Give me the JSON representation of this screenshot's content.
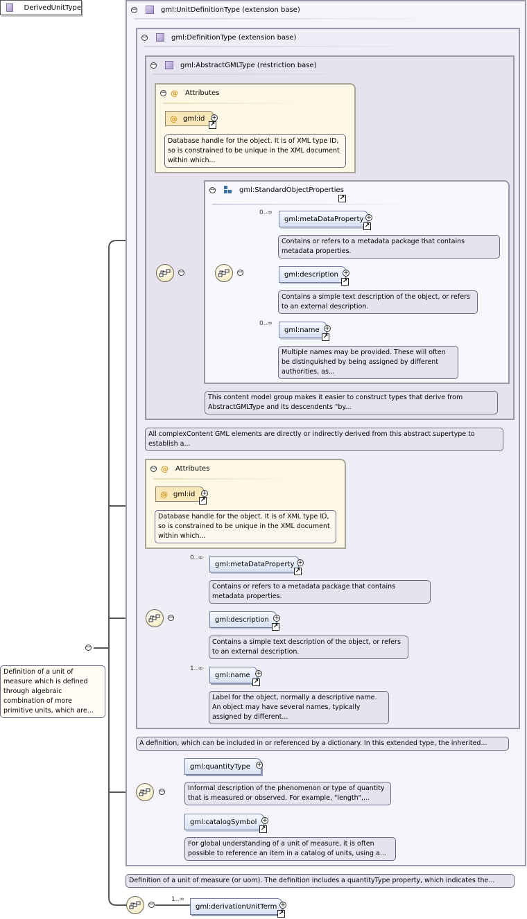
{
  "root": {
    "name": "DerivedUnitType",
    "doc": "Definition of a unit of measure which is defined through algebraic combination of more primitive units, which are..."
  },
  "unit_definition": {
    "title": "gml:UnitDefinitionType (extension base)",
    "doc": "Definition of a unit of measure (or uom). The definition includes a quantityType property, which indicates the...",
    "definition": {
      "title": "gml:DefinitionType (extension base)",
      "doc": "A definition, which can be included in or referenced by a dictionary. In this extended type, the inherited...",
      "abstract": {
        "title": "gml:AbstractGMLType (restriction base)",
        "doc": "All complexContent GML elements are directly or indirectly derived from this abstract supertype to establish a...",
        "attributes": {
          "title": "Attributes",
          "id_label": "gml:id",
          "id_doc": "Database handle for the object. It is of XML type ID, so is constrained to be unique in the XML document within which..."
        },
        "std": {
          "title": "gml:StandardObjectProperties",
          "doc": "This content model group makes it easier to construct types that derive from AbstractGMLType and its descendents \"by...",
          "meta": {
            "label": "gml:metaDataProperty",
            "card": "0..∞",
            "doc": "Contains or refers to a metadata package that contains metadata properties."
          },
          "desc": {
            "label": "gml:description",
            "doc": "Contains a simple text description of the object, or refers to an external description."
          },
          "name": {
            "label": "gml:name",
            "card": "0..∞",
            "doc": "Multiple names may be provided. These will often be distinguished by being assigned by different authorities, as..."
          }
        }
      },
      "attributes": {
        "title": "Attributes",
        "id_label": "gml:id",
        "id_doc": "Database handle for the object. It is of XML type ID, so is constrained to be unique in the XML document within which..."
      },
      "meta": {
        "label": "gml:metaDataProperty",
        "card": "0..∞",
        "doc": "Contains or refers to a metadata package that contains metadata properties."
      },
      "desc": {
        "label": "gml:description",
        "doc": "Contains a simple text description of the object, or refers to an external description."
      },
      "name": {
        "label": "gml:name",
        "card": "1..∞",
        "doc": "Label for the object, normally a descriptive name. An object may have several names, typically assigned by different..."
      }
    },
    "quantity": {
      "label": "gml:quantityType",
      "doc": "Informal description of the phenomenon or type of quantity that is measured or observed. For example, \"length\",..."
    },
    "catalog": {
      "label": "gml:catalogSymbol",
      "doc": "For global understanding of a unit of measure, it is often possible to reference an item in a catalog of units, using a..."
    }
  },
  "derivation": {
    "label": "gml:derivationUnitTerm",
    "card": "1..∞"
  },
  "symbols": {
    "minus": "−",
    "plus": "+",
    "link": "↗",
    "at": "@"
  }
}
